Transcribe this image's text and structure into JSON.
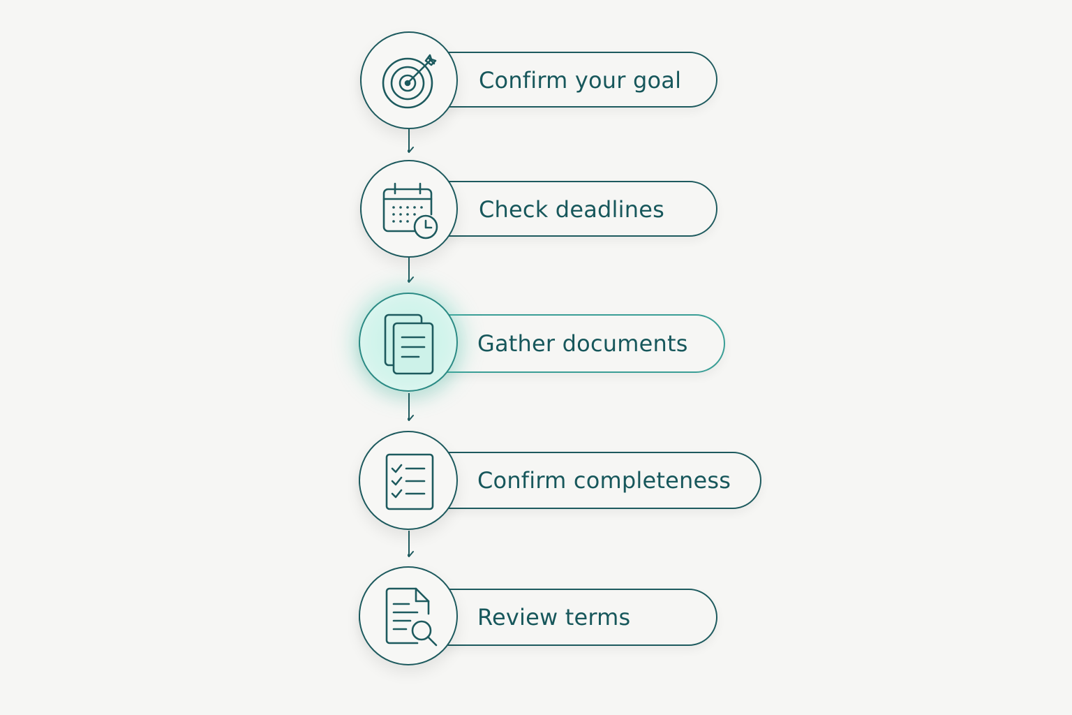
{
  "steps": [
    {
      "label": "Confirm your goal",
      "icon": "target-icon"
    },
    {
      "label": "Check deadlines",
      "icon": "calendar-clock-icon"
    },
    {
      "label": "Gather documents",
      "icon": "documents-icon",
      "highlighted": true
    },
    {
      "label": "Confirm completeness",
      "icon": "checklist-icon"
    },
    {
      "label": "Review terms",
      "icon": "document-search-icon"
    }
  ],
  "colors": {
    "stroke": "#1d5a5e",
    "text": "#17575b",
    "highlight": "#c4f0e6",
    "background": "#f6f6f4"
  }
}
